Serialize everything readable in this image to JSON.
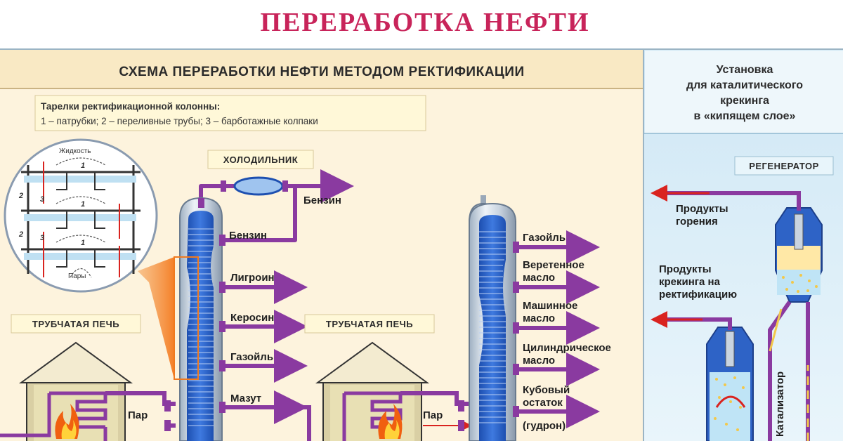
{
  "title": "ПЕРЕРАБОТКА НЕФТИ",
  "main_heading": "СХЕМА ПЕРЕРАБОТКИ НЕФТИ МЕТОДОМ РЕКТИФИКАЦИИ",
  "side_heading": [
    "Установка",
    "для каталитического",
    "крекинга",
    "в «кипящем слое»"
  ],
  "legend": {
    "title": "Тарелки ректификационной колонны:",
    "line": "1 – патрубки; 2 – переливные трубы; 3 – барботажные колпаки"
  },
  "inset": {
    "liquid": "Жидкость",
    "vapors": "Пары",
    "numbers": [
      "1",
      "1",
      "1",
      "2",
      "2",
      "3",
      "3"
    ]
  },
  "cooler_label": "ХОЛОДИЛЬНИК",
  "furnace_label_1": "ТРУБЧАТАЯ ПЕЧЬ",
  "furnace_label_2": "ТРУБЧАТАЯ ПЕЧЬ",
  "steam_1": "Пар",
  "steam_2": "Пар",
  "column1_outputs": [
    "Бензин",
    "Бензин",
    "Лигроин",
    "Керосин",
    "Газойль",
    "Мазут"
  ],
  "column2_outputs": [
    "Газойль",
    "Веретенное",
    "масло",
    "Машинное",
    "масло",
    "Цилиндрическое",
    "масло",
    "Кубовый",
    "остаток",
    "(гудрон)"
  ],
  "regenerator_label": "РЕГЕНЕРАТОР",
  "combustion_products": [
    "Продукты",
    "горения"
  ],
  "cracking_products": [
    "Продукты",
    "крекинга на",
    "ректификацию"
  ],
  "catalyst": "Катализатор",
  "colors": {
    "title": "#c8245a",
    "pipe": "#8a3aa0",
    "column": "#2e63c6",
    "background": "#fdf3dd",
    "side_background": "#d7ecf6",
    "flame": "#f06010"
  }
}
